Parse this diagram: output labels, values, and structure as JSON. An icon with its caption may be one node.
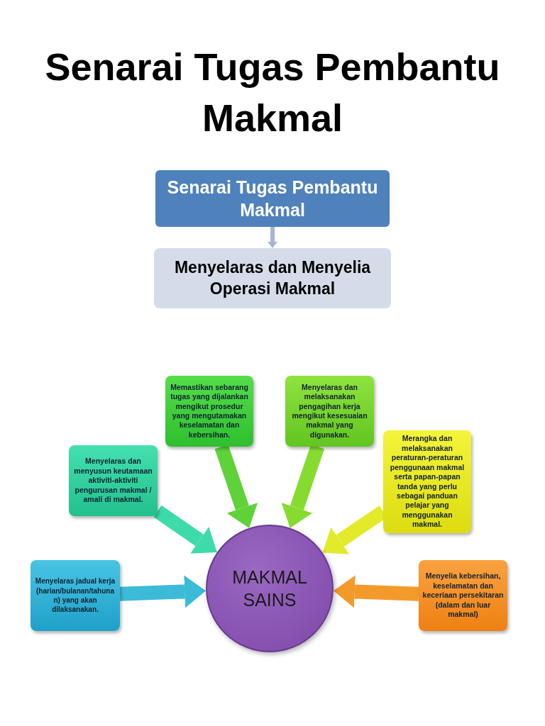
{
  "diagram": {
    "title": "Senarai Tugas Pembantu Makmal",
    "nodes": [
      {
        "text": [
          "Senarai Tugas Pembantu Makmal"
        ]
      },
      {
        "text": [
          "Menyelaras dan Menyelia Operasi Makmal"
        ]
      },
      {
        "text": [
          "Memastikan sebarang tugas yang dijalankan mengikut prosedur yang mengutamakan keselamatan dan kebersihan."
        ]
      },
      {
        "text": [
          "Menyelaras dan melaksanakan pengagihan kerja mengikut kesesuaian makmal yang digunakan."
        ]
      },
      {
        "text": [
          "Menyelaras dan menyusun keutamaan aktiviti-aktiviti pengurusan makmal / amali di makmal."
        ]
      },
      {
        "text": [
          "Merangka dan melaksanakan peraturan-peraturan penggunaan makmal serta papan-papan tanda yang perlu sebagai panduan pelajar yang menggunakan makmal."
        ]
      },
      {
        "text": [
          "Menyelaras jadual kerja (harian/bulanan/tahunan) yang akan dilaksanakan."
        ]
      },
      {
        "text": [
          "MAKMAL SAINS"
        ]
      },
      {
        "text": [
          "Menyelia kebersihan, keselamatan dan keceriaan persekitaran (dalam dan luar makmal)"
        ]
      }
    ],
    "edges": [
      {
        "from": 0,
        "to": 1,
        "arrow": "to",
        "color": "#a5b6d3"
      },
      {
        "from": 2,
        "to": 7,
        "arrow": "to",
        "color": "#5fd23a"
      },
      {
        "from": 3,
        "to": 7,
        "arrow": "to",
        "color": "#86dc2e"
      },
      {
        "from": 4,
        "to": 7,
        "arrow": "to",
        "color": "#3ddbaa"
      },
      {
        "from": 5,
        "to": 7,
        "arrow": "to",
        "color": "#e3ea2a"
      },
      {
        "from": 6,
        "to": 7,
        "arrow": "to",
        "color": "#3bbbd8"
      },
      {
        "from": 8,
        "to": 7,
        "arrow": "to",
        "color": "#f49a2a"
      }
    ]
  }
}
